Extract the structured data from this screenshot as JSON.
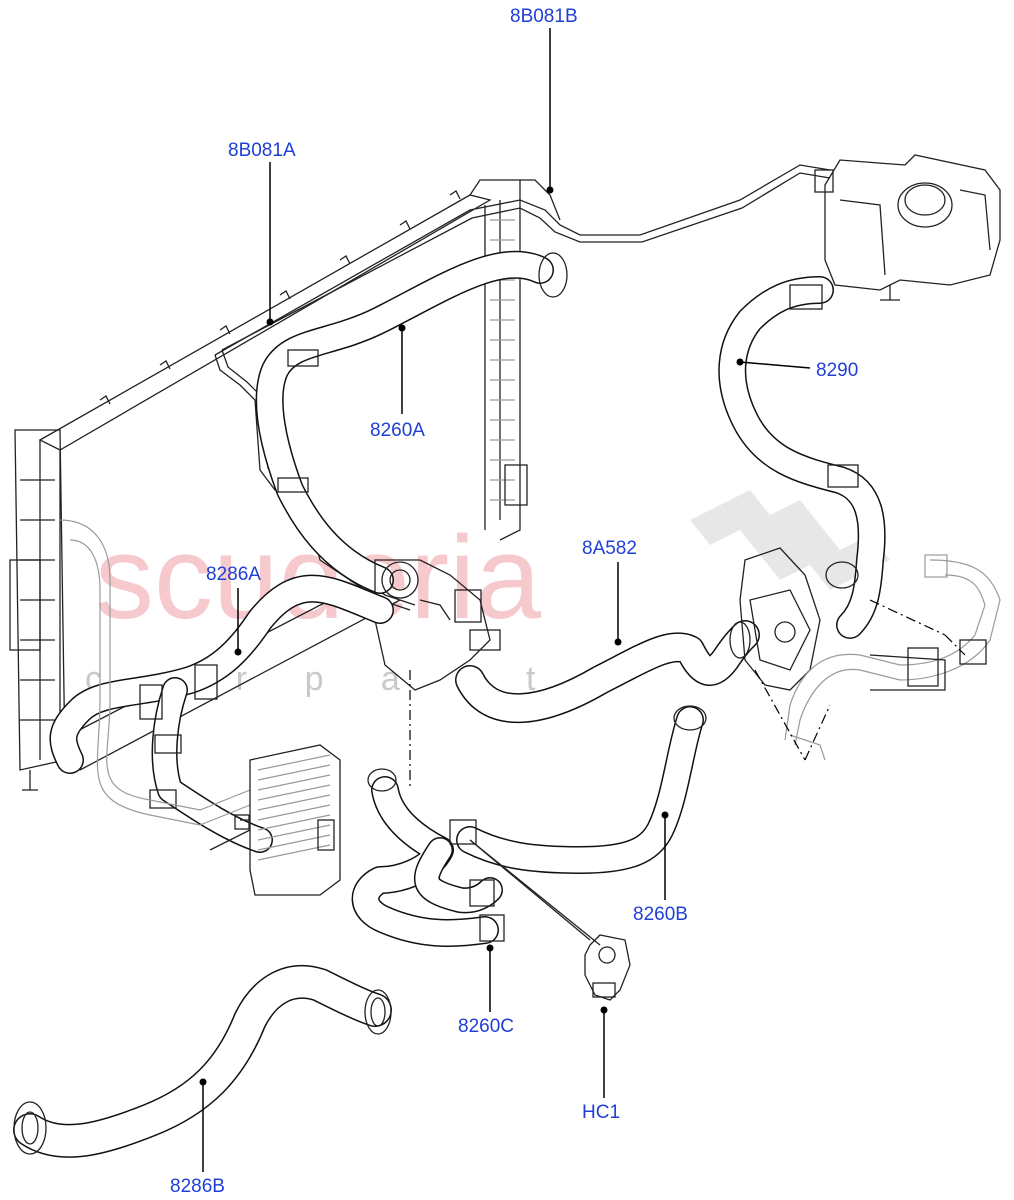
{
  "watermark": {
    "brand": "scuderia",
    "subtitle": "c a r p a r t s"
  },
  "callouts": {
    "c8B081B": "8B081B",
    "c8B081A": "8B081A",
    "c8290": "8290",
    "c8260A": "8260A",
    "c8A582": "8A582",
    "c8286A": "8286A",
    "c8260B": "8260B",
    "c8260C": "8260C",
    "cHC1": "HC1",
    "c8286B": "8286B"
  },
  "colors": {
    "callout_text": "#1f3fd6",
    "watermark": "#f4b7bd",
    "line": "#111111"
  }
}
